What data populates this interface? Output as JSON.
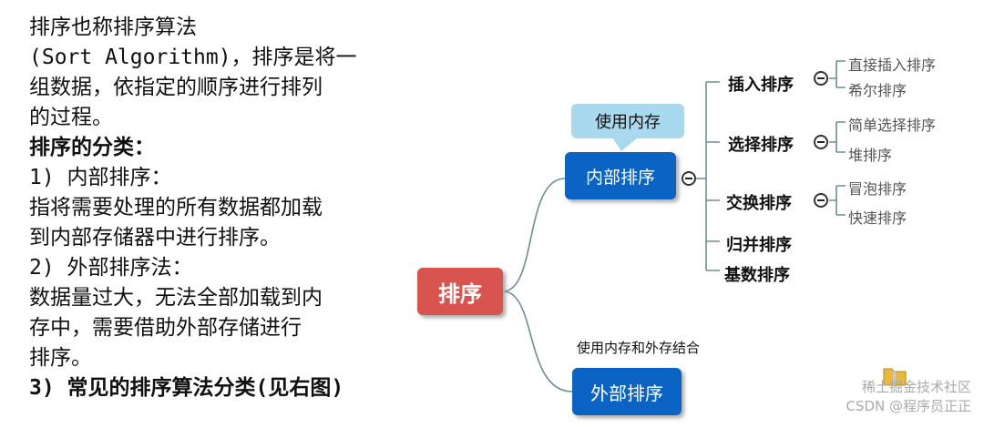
{
  "left_text": {
    "lines": [
      "排序也称排序算法",
      "(Sort Algorithm)，排序是将一",
      "组数据，依指定的顺序进行排列",
      "的过程。",
      "排序的分类：",
      "1) 内部排序：",
      "指将需要处理的所有数据都加载",
      "到内部存储器中进行排序。",
      "2) 外部排序法：",
      "数据量过大，无法全部加载到内",
      "存中，需要借助外部存储进行",
      "排序。",
      "3) 常见的排序算法分类(见右图)"
    ]
  },
  "mindmap": {
    "root": "排序",
    "internal": "内部排序",
    "internal_note": "使用内存",
    "external": "外部排序",
    "external_note": "使用内存和外存结合",
    "categories": [
      "插入排序",
      "选择排序",
      "交换排序",
      "归并排序",
      "基数排序"
    ],
    "leaves": {
      "insert": [
        "直接插入排序",
        "希尔排序"
      ],
      "select": [
        "简单选择排序",
        "堆排序"
      ],
      "swap": [
        "冒泡排序",
        "快速排序"
      ]
    }
  },
  "colors": {
    "root": "#d9534f",
    "node_blue": "#0b63c4",
    "callout": "#a9d9ee",
    "connector": "#6b8d99"
  },
  "icons": [
    "folder-icon"
  ],
  "watermark": {
    "line1": "稀土掘金技术社区",
    "line2": "CSDN @程序员正正"
  }
}
